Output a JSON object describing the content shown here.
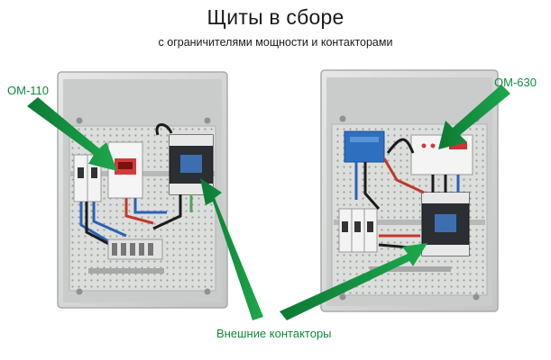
{
  "header": {
    "title": "Щиты в сборе",
    "subtitle": "с ограничителями мощности и контакторами"
  },
  "labels": {
    "om110": "ОМ-110",
    "om630": "ОМ-630",
    "external_contactors": "Внешние контакторы"
  },
  "colors": {
    "accent_green": "#0f8a3a",
    "panel_gray": "#cfd2d0"
  }
}
